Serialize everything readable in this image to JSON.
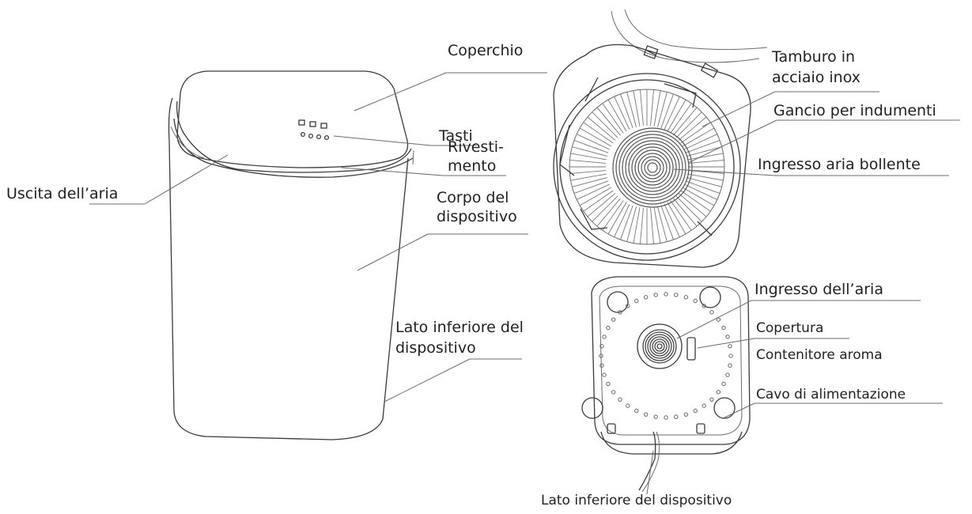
{
  "labels": {
    "coperchio": "Coperchio",
    "tasti": "Tasti",
    "rivestimento_1": "Rivesti-",
    "rivestimento_2": "mento",
    "uscita_aria": "Uscita dell’aria",
    "corpo_1": "Corpo del",
    "corpo_2": "dispositivo",
    "lato_inferiore_left_1": "Lato inferiore del",
    "lato_inferiore_left_2": "dispositivo",
    "tamburo_1": "Tamburo in",
    "tamburo_2": "acciaio inox",
    "gancio": "Gancio per indumenti",
    "ingresso_bollente": "Ingresso aria bollente",
    "ingresso_aria": "Ingresso dell’aria",
    "copertura": "Copertura",
    "contenitore_aroma": "Contenitore aroma",
    "cavo": "Cavo di alimentazione",
    "lato_inferiore_bottom": "Lato inferiore del dispositivo"
  }
}
